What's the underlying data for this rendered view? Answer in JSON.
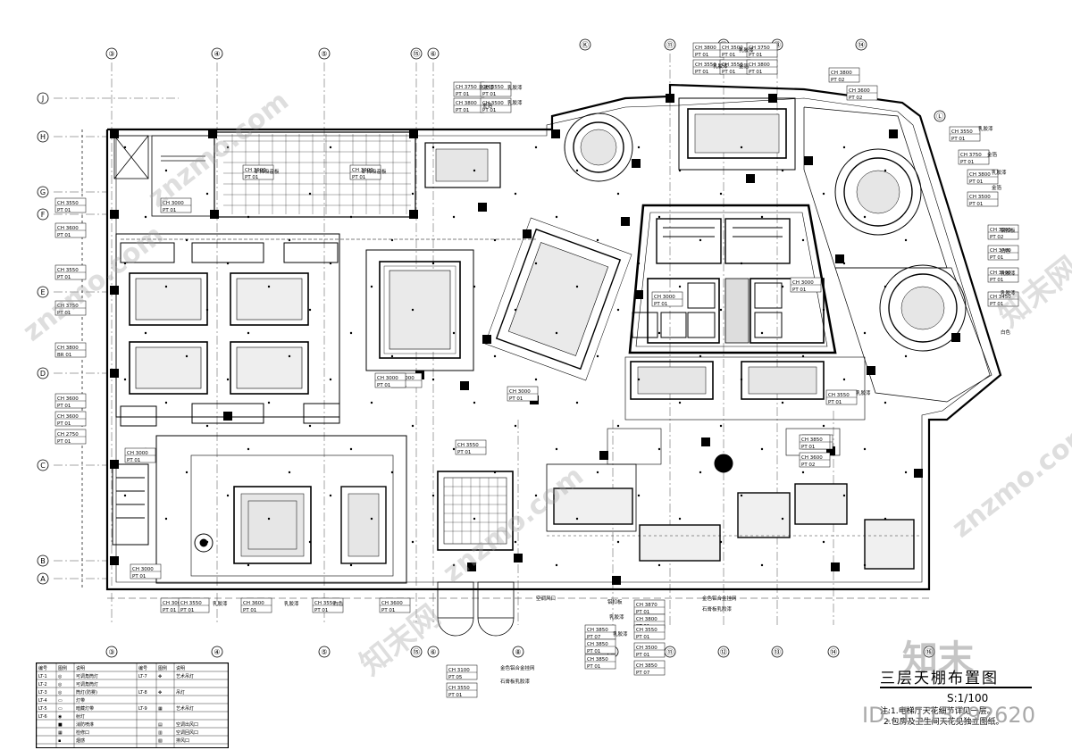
{
  "drawing": {
    "title": "三层天棚布置图",
    "scale": "S:1/100",
    "notes": [
      "注:1.电梯厅天花细节详见一层。",
      "2.包房及卫生间天花见独立图纸。"
    ],
    "watermark_text": "znzmo.com",
    "watermark_cn": "知末网",
    "brand_mark": "知末",
    "id_text": "ID: 1113292620"
  },
  "grid": {
    "top_columns": [
      "③",
      "④",
      "⑤",
      "⑮",
      "⑥",
      "Ⓚ",
      "⑪",
      "⑫",
      "⑬",
      "⑭",
      "Ⓛ"
    ],
    "bottom_columns": [
      "③",
      "④",
      "⑤",
      "⑮",
      "⑥",
      "⑧",
      "⑩",
      "⑪",
      "⑫",
      "⑬",
      "⑭",
      "⑯"
    ],
    "rows": [
      "J",
      "H",
      "G",
      "F",
      "E",
      "D",
      "C",
      "B",
      "A"
    ]
  },
  "tags": [
    {
      "ch": "CH 3000",
      "pt": "PT 01"
    },
    {
      "ch": "CH 3000",
      "pt": "PT 01"
    },
    {
      "ch": "CH 3550",
      "pt": "PT 01"
    },
    {
      "ch": "CH 3600",
      "pt": "PT 01"
    },
    {
      "ch": "CH 3550",
      "pt": "PT 01"
    },
    {
      "ch": "CH 3750",
      "pt": "PT 01"
    },
    {
      "ch": "CH 3800",
      "pt": "BR 01"
    },
    {
      "ch": "CH 3600",
      "pt": "PT 01"
    },
    {
      "ch": "CH 3600",
      "pt": "PT 01"
    },
    {
      "ch": "CH 2750",
      "pt": "PT 01"
    },
    {
      "ch": "CH 3000",
      "pt": "PT 01"
    },
    {
      "ch": "CH 3000",
      "pt": "PT 01"
    },
    {
      "ch": "CH 3750",
      "pt": "PT 01"
    },
    {
      "ch": "CH 3800",
      "pt": "PT 01"
    },
    {
      "ch": "CH 3550",
      "pt": "PT 01"
    },
    {
      "ch": "CH 3500",
      "pt": "PT 01"
    },
    {
      "ch": "CH 3800",
      "pt": "PT 01"
    },
    {
      "ch": "CH 3550",
      "pt": "PT 01"
    },
    {
      "ch": "CH 3500",
      "pt": "PT 01"
    },
    {
      "ch": "CH 3550",
      "pt": "PT 01"
    },
    {
      "ch": "CH 3750",
      "pt": "PT 01"
    },
    {
      "ch": "CH 3800",
      "pt": "PT 01"
    },
    {
      "ch": "CH 3800",
      "pt": "PT 02"
    },
    {
      "ch": "CH 3600",
      "pt": "PT 02"
    },
    {
      "ch": "CH 3550",
      "pt": "PT 01"
    },
    {
      "ch": "CH 3750",
      "pt": "PT 01"
    },
    {
      "ch": "CH 3800",
      "pt": "PT 01"
    },
    {
      "ch": "CH 3500",
      "pt": "PT 01"
    },
    {
      "ch": "CH 3900",
      "pt": "PT 02"
    },
    {
      "ch": "CH 3700",
      "pt": "PT 01"
    },
    {
      "ch": "CH 3900",
      "pt": "PT 01"
    },
    {
      "ch": "CH 3450",
      "pt": "PT 01"
    },
    {
      "ch": "CH 3550",
      "pt": "PT 01"
    },
    {
      "ch": "CH 3550",
      "pt": "PT 01"
    },
    {
      "ch": "CH 3000",
      "pt": "PT 01"
    },
    {
      "ch": "CH 3000",
      "pt": "PT 01"
    },
    {
      "ch": "CH 3000",
      "pt": "PT 01"
    },
    {
      "ch": "CH 3000",
      "pt": "PT 01"
    },
    {
      "ch": "CH 3550",
      "pt": "PT 01"
    },
    {
      "ch": "CH 3600",
      "pt": "PT 01"
    },
    {
      "ch": "CH 3000",
      "pt": "PT 01"
    },
    {
      "ch": "CH 3550",
      "pt": "PT 01"
    },
    {
      "ch": "CH 3550",
      "pt": "PT 01"
    },
    {
      "ch": "CH 3600",
      "pt": "PT 01"
    },
    {
      "ch": "CH 3100",
      "pt": "PT 05"
    },
    {
      "ch": "CH 3550",
      "pt": "PT 01"
    },
    {
      "ch": "CH 3870",
      "pt": "PT 01"
    },
    {
      "ch": "CH 3800",
      "pt": "PT 01"
    },
    {
      "ch": "CH 3850",
      "pt": "PT 07"
    },
    {
      "ch": "CH 3850",
      "pt": "PT 01"
    },
    {
      "ch": "CH 3850",
      "pt": "PT 01"
    },
    {
      "ch": "CH 3550",
      "pt": "PT 01"
    },
    {
      "ch": "CH 3500",
      "pt": "PT 01"
    },
    {
      "ch": "CH 3850",
      "pt": "PT 07"
    },
    {
      "ch": "CH 3850",
      "pt": "PT 01"
    },
    {
      "ch": "CH 3600",
      "pt": "PT 02"
    },
    {
      "ch": "CH 3000",
      "pt": "PT 01"
    },
    {
      "ch": "CH 3000",
      "pt": "PT 01"
    }
  ],
  "annotations": [
    "乳胶漆",
    "乳胶漆",
    "乳胶漆",
    "金箔",
    "乳胶漆",
    "乳胶漆",
    "金箔",
    "乳胶漆",
    "金箔",
    "乳胶漆",
    "金箔",
    "铝扣板",
    "白色",
    "乳胶漆",
    "乳胶漆",
    "乳胶漆",
    "乳胶漆",
    "乳胶漆",
    "白色",
    "空调风口",
    "铝扣板",
    "乳胶漆",
    "乳胶漆",
    "金色铝合金挂网",
    "石膏板乳胶漆",
    "金色铝合金挂网",
    "石膏板乳胶漆",
    "白色",
    "矿棉吸音板",
    "矿棉吸音板"
  ],
  "legend": {
    "headers": [
      "编号",
      "图例",
      "说明",
      "编号",
      "图例",
      "说明"
    ],
    "rows": [
      [
        "LT-1",
        "◎",
        "可调角筒灯",
        "LT-7",
        "✥",
        "艺术吊灯"
      ],
      [
        "LT-2",
        "◎",
        "可调角筒灯",
        "",
        "",
        ""
      ],
      [
        "LT-3",
        "◎",
        "筒灯(防雾)",
        "LT-8",
        "✥",
        "吊灯"
      ],
      [
        "LT-4",
        "▭",
        "灯带",
        "",
        "",
        ""
      ],
      [
        "LT-5",
        "▭",
        "暗藏灯带",
        "LT-9",
        "▦",
        "艺术吊灯"
      ],
      [
        "LT-6",
        "◉",
        "射灯",
        "",
        "",
        ""
      ],
      [
        "",
        "■",
        "消防喷淋",
        "",
        "▤",
        "空调出风口"
      ],
      [
        "",
        "▦",
        "检修口",
        "",
        "▥",
        "空调回风口"
      ],
      [
        "",
        "▪",
        "烟感",
        "",
        "▧",
        "排风口"
      ]
    ]
  }
}
